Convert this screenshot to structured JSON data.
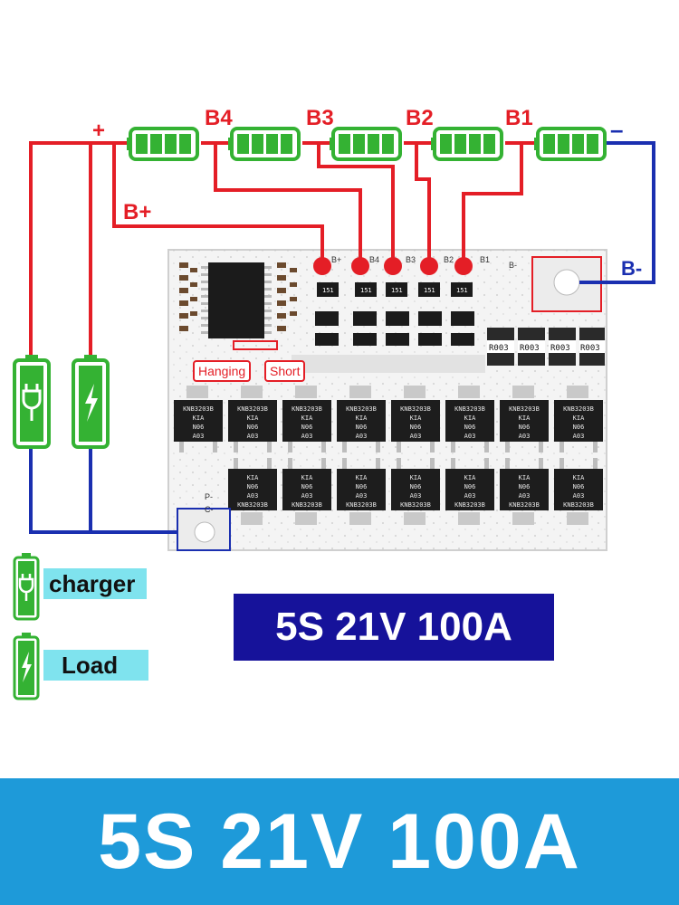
{
  "wiring": {
    "plus_label": "+",
    "minus_label": "–",
    "b_plus_label": "B+",
    "b_minus_label": "B-",
    "tap_labels": [
      "B4",
      "B3",
      "B2",
      "B1"
    ],
    "colors": {
      "positive": "#e41e26",
      "negative": "#1a2fb0",
      "battery": "#34b233"
    }
  },
  "board": {
    "silkscreen_pads": [
      "B+",
      "B4",
      "B3",
      "B2",
      "B1"
    ],
    "b_minus_pad": "B-",
    "p_minus": "P-",
    "c_minus": "C-",
    "shunt_resistors": [
      "R003",
      "R003",
      "R003",
      "R003"
    ],
    "resistor_code": "151",
    "mosfet_top_text": [
      "KNB3203B",
      "KIA",
      "N06",
      "A03"
    ],
    "mosfet_bottom_text": [
      "KIA",
      "N06",
      "A03",
      "KNB3203B"
    ],
    "tags": {
      "hanging": "Hanging",
      "short": "Short"
    }
  },
  "legend": {
    "charger": "charger",
    "load": "Load",
    "icons": [
      "plug-icon",
      "lightning-icon"
    ]
  },
  "spec": "5S 21V 100A",
  "banner": "5S 21V 100A"
}
